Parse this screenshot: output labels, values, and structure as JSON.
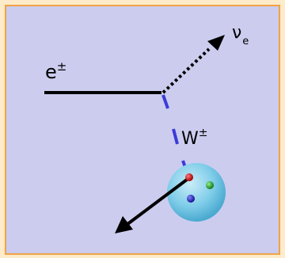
{
  "labels": {
    "electron": "e",
    "electron_sup": "±",
    "neutrino": "ν",
    "neutrino_sub": "e",
    "boson": "W",
    "boson_sup": "±"
  },
  "colors": {
    "frame_bg": "#ccccef",
    "frame_border": "#f0a346",
    "page_bg": "#fdebc9",
    "w_line": "#3b3bd9",
    "nucleus_fill": "#6fc6e6",
    "quark_red": "#c01010",
    "quark_green": "#1e9a1e",
    "quark_blue": "#2020b0"
  }
}
